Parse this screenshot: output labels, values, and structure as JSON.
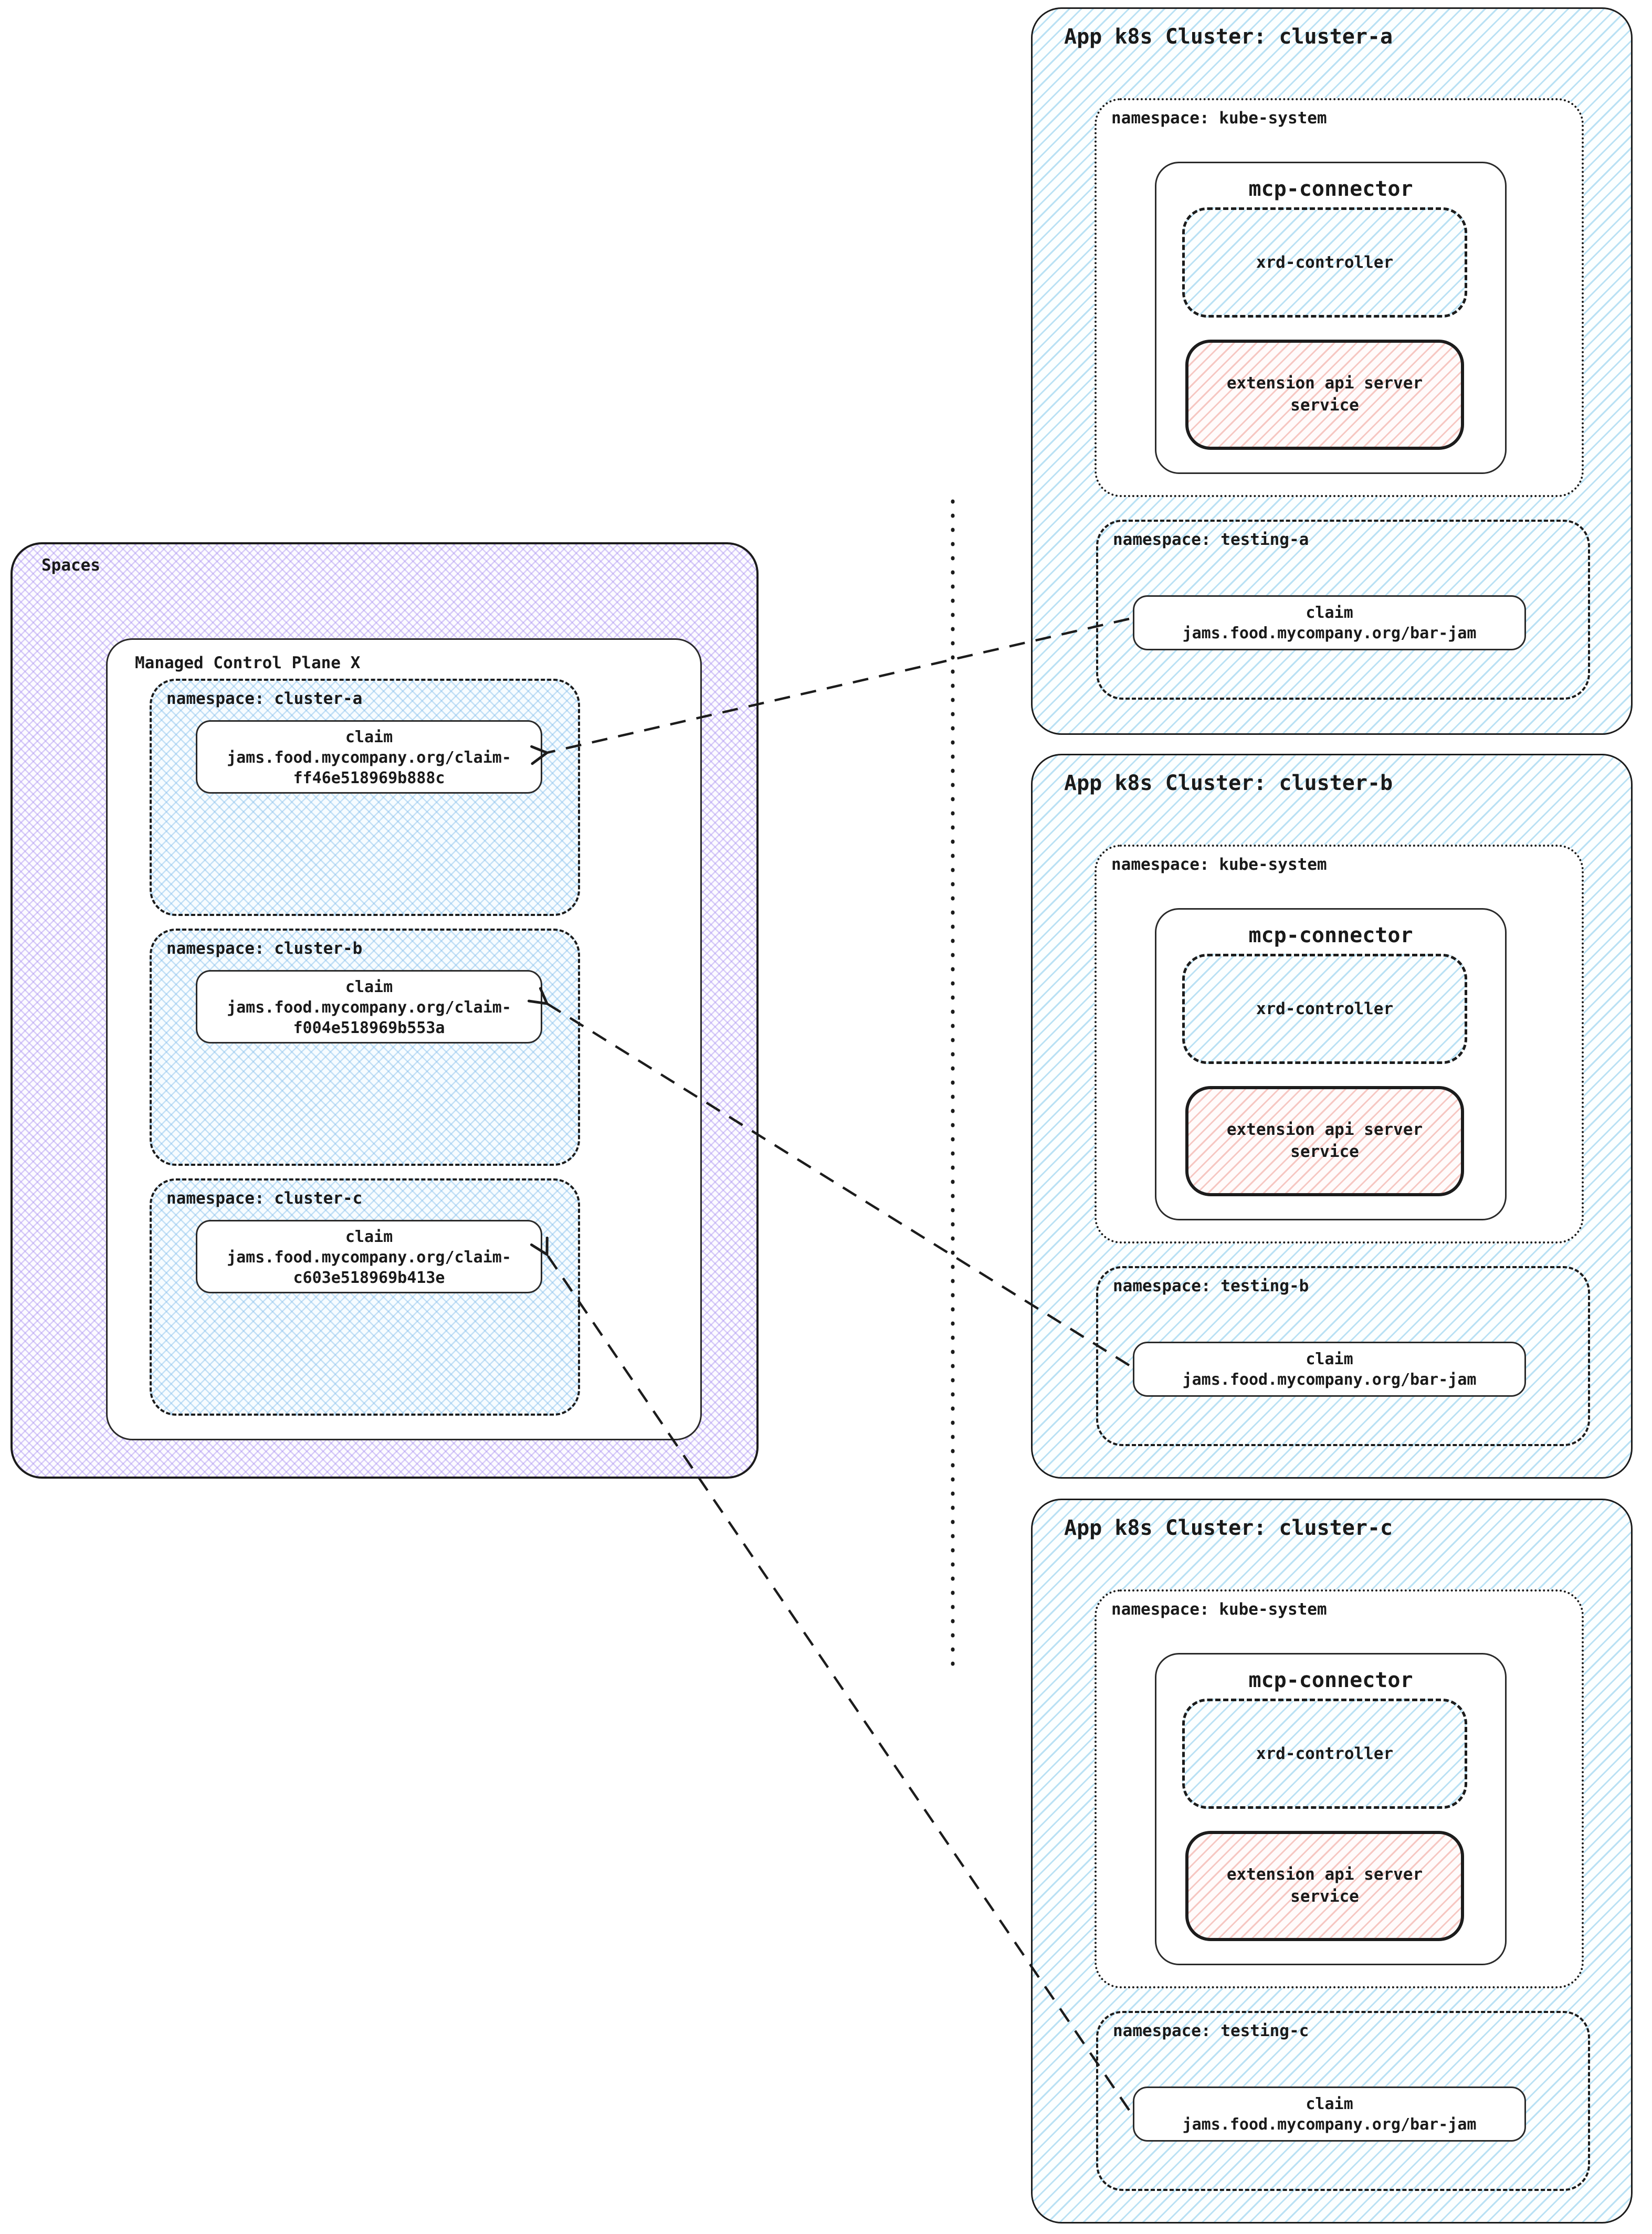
{
  "spaces": {
    "label": "Spaces",
    "control_plane": {
      "title": "Managed Control Plane X",
      "namespaces": [
        {
          "label": "namespace: cluster-a",
          "claim": {
            "title": "claim",
            "line1": "jams.food.mycompany.org/claim-",
            "line2": "ff46e518969b888c"
          }
        },
        {
          "label": "namespace: cluster-b",
          "claim": {
            "title": "claim",
            "line1": "jams.food.mycompany.org/claim-",
            "line2": "f004e518969b553a"
          }
        },
        {
          "label": "namespace: cluster-c",
          "claim": {
            "title": "claim",
            "line1": "jams.food.mycompany.org/claim-",
            "line2": "c603e518969b413e"
          }
        }
      ]
    }
  },
  "clusters": [
    {
      "title": "App k8s Cluster: cluster-a",
      "kube_system": {
        "label": "namespace: kube-system",
        "mcp_connector": {
          "title": "mcp-connector",
          "xrd_controller": "xrd-controller",
          "extension_service": "extension api server service"
        }
      },
      "testing": {
        "label": "namespace: testing-a",
        "claim": {
          "title": "claim",
          "name": "jams.food.mycompany.org/bar-jam"
        }
      }
    },
    {
      "title": "App k8s Cluster: cluster-b",
      "kube_system": {
        "label": "namespace: kube-system",
        "mcp_connector": {
          "title": "mcp-connector",
          "xrd_controller": "xrd-controller",
          "extension_service": "extension api server service"
        }
      },
      "testing": {
        "label": "namespace: testing-b",
        "claim": {
          "title": "claim",
          "name": "jams.food.mycompany.org/bar-jam"
        }
      }
    },
    {
      "title": "App k8s Cluster: cluster-c",
      "kube_system": {
        "label": "namespace: kube-system",
        "mcp_connector": {
          "title": "mcp-connector",
          "xrd_controller": "xrd-controller",
          "extension_service": "extension api server service"
        }
      },
      "testing": {
        "label": "namespace: testing-c",
        "claim": {
          "title": "claim",
          "name": "jams.food.mycompany.org/bar-jam"
        }
      }
    }
  ],
  "colors": {
    "ink": "#1a1a1a",
    "hatch_blue": "#82c8eb",
    "hatch_purple": "#a58ce6",
    "hatch_pink": "#eb877d"
  }
}
